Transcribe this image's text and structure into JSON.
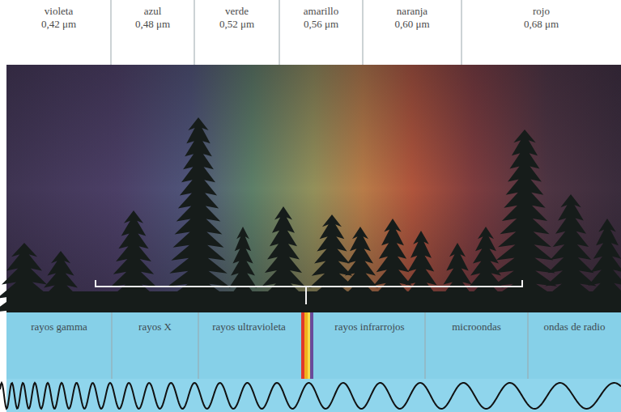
{
  "diagram": {
    "nodes": [
      {
        "text": [
          "violeta",
          "0,42 μm"
        ]
      },
      {
        "text": [
          "azul",
          "0,48 μm"
        ]
      },
      {
        "text": [
          "verde",
          "0,52 μm"
        ]
      },
      {
        "text": [
          "amarillo",
          "0,56 μm"
        ]
      },
      {
        "text": [
          "naranja",
          "0,60 μm"
        ]
      },
      {
        "text": [
          "rojo",
          "0,68 μm"
        ]
      },
      {
        "text": [
          "rayos gamma"
        ]
      },
      {
        "text": [
          "rayos X"
        ]
      },
      {
        "text": [
          "rayos ultravioleta"
        ]
      },
      {
        "text": [
          "rayos infrarrojos"
        ]
      },
      {
        "text": [
          "microondas"
        ]
      },
      {
        "text": [
          "ondas de radio"
        ]
      }
    ]
  }
}
